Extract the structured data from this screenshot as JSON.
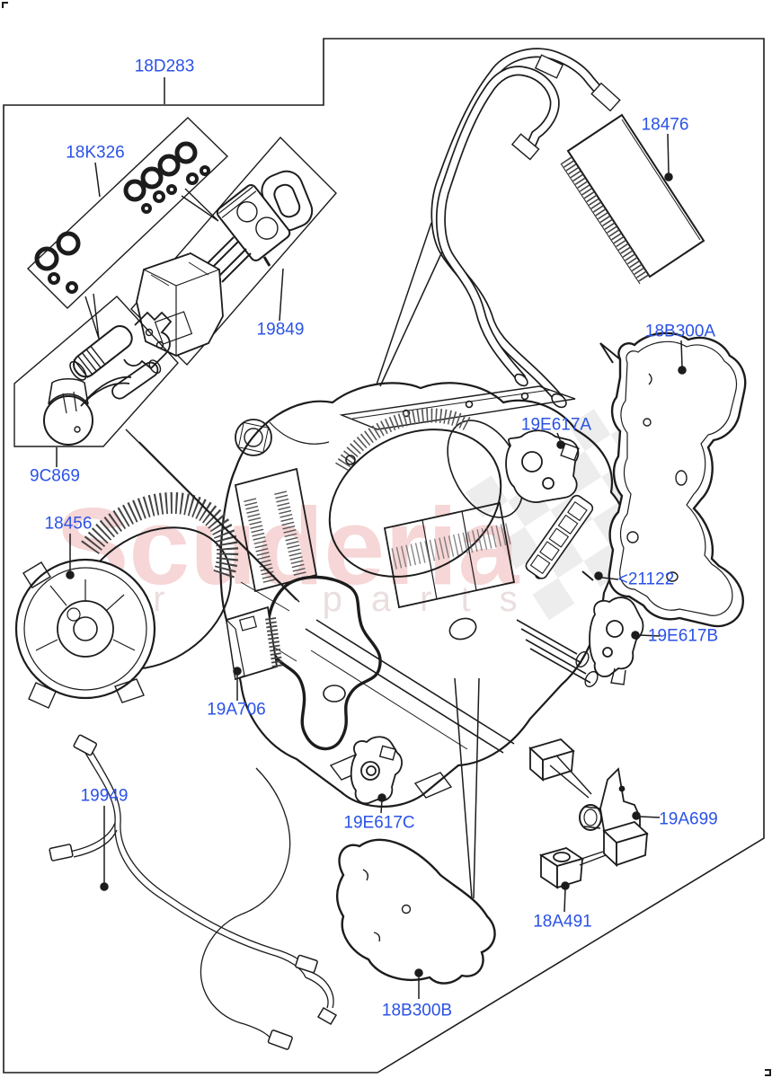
{
  "diagram": {
    "accent_label_color": "#2b52e6",
    "line_color": "#1c1c1c",
    "watermark": {
      "line1": "Scuderia",
      "line2": "car parts",
      "color_line1": "#f0b6b6",
      "color_line2": "#ddc9c9"
    },
    "labels": [
      {
        "id": "18D283",
        "text": "18D283"
      },
      {
        "id": "18K326",
        "text": "18K326"
      },
      {
        "id": "18476",
        "text": "18476"
      },
      {
        "id": "19849",
        "text": "19849"
      },
      {
        "id": "18B300A",
        "text": "18B300A"
      },
      {
        "id": "19E617A",
        "text": "19E617A"
      },
      {
        "id": "9C869",
        "text": "9C869"
      },
      {
        "id": "18456",
        "text": "18456"
      },
      {
        "id": "21122",
        "text": "<21122"
      },
      {
        "id": "19E617B",
        "text": "19E617B"
      },
      {
        "id": "19A706",
        "text": "19A706"
      },
      {
        "id": "19949",
        "text": "19949"
      },
      {
        "id": "19E617C",
        "text": "19E617C"
      },
      {
        "id": "19A699",
        "text": "19A699"
      },
      {
        "id": "18A491",
        "text": "18A491"
      },
      {
        "id": "18B300B",
        "text": "18B300B"
      }
    ]
  }
}
